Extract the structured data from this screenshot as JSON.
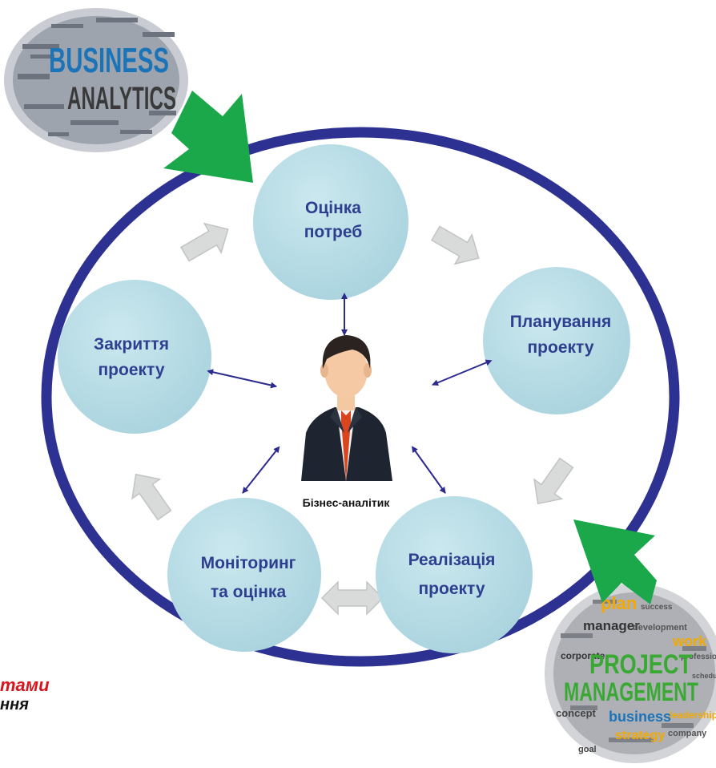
{
  "colors": {
    "ring": "#2d3192",
    "node_fill": "#b7dde6",
    "node_text": "#2e3f8f",
    "flow_arrow": "#d9dada",
    "link_arrow": "#2b2b8f",
    "green_arrow": "#1aa84a",
    "fragment_red": "#d7141c"
  },
  "nodes": {
    "needs_assessment": {
      "line1": "Оцінка",
      "line2": "потреб"
    },
    "project_planning": {
      "line1": "Планування",
      "line2": "проекту"
    },
    "project_closing": {
      "line1": "Закриття",
      "line2": "проекту"
    },
    "monitoring": {
      "line1": "Моніторинг",
      "line2": "та оцінка"
    },
    "implementation": {
      "line1": "Реалізація",
      "line2": "проекту"
    }
  },
  "center": {
    "label": "Бізнес-аналітик",
    "icon": "business-analyst-person-icon"
  },
  "clouds": {
    "business_analytics": {
      "word1": "BUSINESS",
      "word2": "ANALYTICS"
    },
    "project_management": {
      "word1": "PROJECT",
      "word2": "MANAGEMENT",
      "small_words": [
        "plan",
        "manager",
        "development",
        "work",
        "corporate",
        "professional",
        "business",
        "concept",
        "leadership",
        "strategy",
        "company",
        "schedule",
        "success",
        "goal"
      ]
    }
  },
  "fragments": {
    "line1": "тами",
    "line2": "ння"
  }
}
